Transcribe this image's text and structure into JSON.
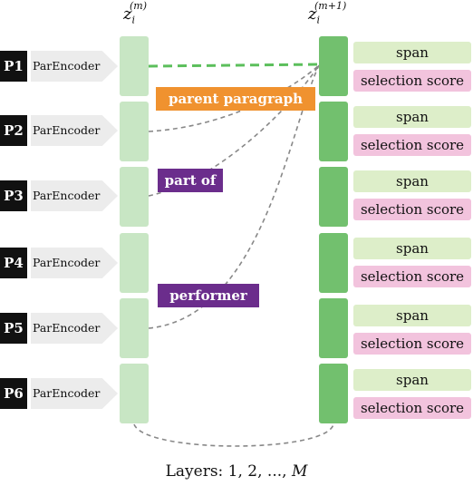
{
  "paragraphs": [
    {
      "label": "P1",
      "encoder": "ParEncoder"
    },
    {
      "label": "P2",
      "encoder": "ParEncoder"
    },
    {
      "label": "P3",
      "encoder": "ParEncoder"
    },
    {
      "label": "P4",
      "encoder": "ParEncoder"
    },
    {
      "label": "P5",
      "encoder": "ParEncoder"
    },
    {
      "label": "P6",
      "encoder": "ParEncoder"
    }
  ],
  "left_layer": {
    "symbol": "z",
    "sub": "i",
    "sup": "(m)"
  },
  "right_layer": {
    "symbol": "z",
    "sub": "i",
    "sup": "(m+1)"
  },
  "outputs": [
    {
      "span": "span",
      "score": "selection score"
    },
    {
      "span": "span",
      "score": "selection score"
    },
    {
      "span": "span",
      "score": "selection score"
    },
    {
      "span": "span",
      "score": "selection score"
    },
    {
      "span": "span",
      "score": "selection score"
    },
    {
      "span": "span",
      "score": "selection score"
    }
  ],
  "relations": [
    {
      "text": "parent paragraph",
      "color": "#f0922f"
    },
    {
      "text": "part of",
      "color": "#6b2d8c"
    },
    {
      "text": "performer",
      "color": "#6b2d8c"
    }
  ],
  "caption": {
    "prefix": "Layers: 1, 2, ..., ",
    "var": "M"
  },
  "colors": {
    "left_node": "#c8e6c4",
    "right_node": "#72c06e",
    "span": "#ddeec9",
    "score": "#f2c3dd",
    "label_bg": "#111111",
    "encoder_bg": "#ececec",
    "dashed_edge": "#888888",
    "self_edge": "#5cbf5c"
  }
}
